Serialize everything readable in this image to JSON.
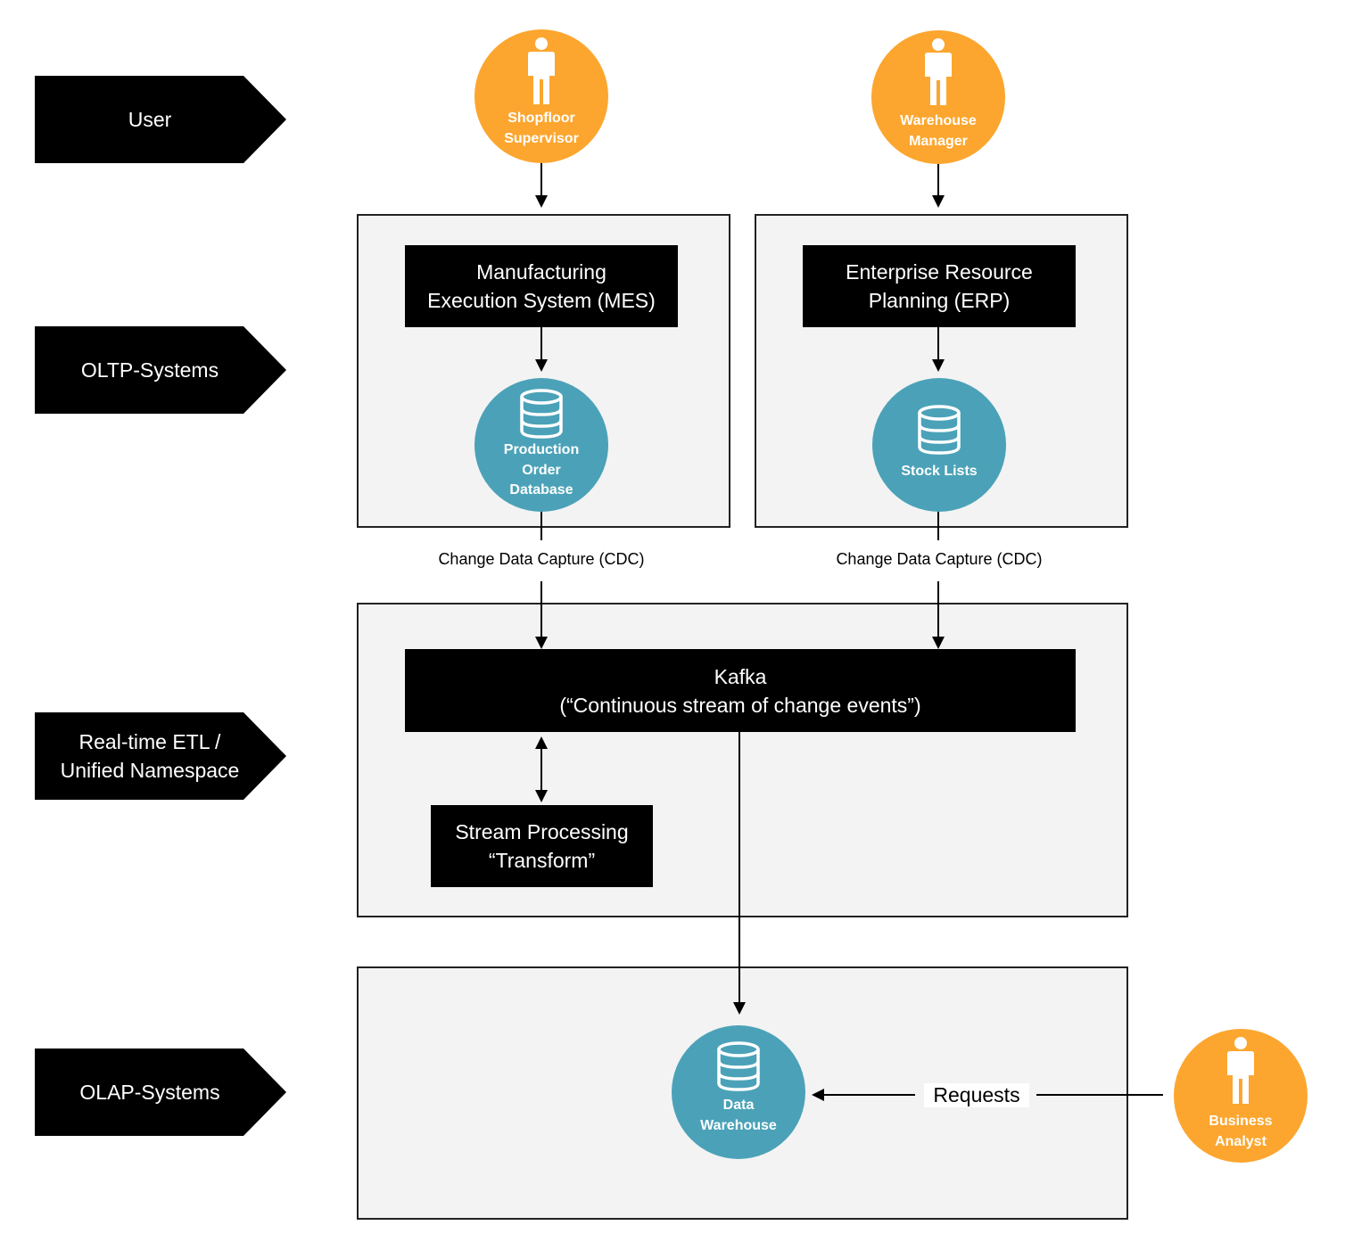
{
  "lanes": {
    "user": "User",
    "oltp": "OLTP-Systems",
    "etl": "Real-time ETL /\nUnified Namespace",
    "olap": "OLAP-Systems"
  },
  "users": {
    "shopfloor": "Shopfloor\nSupervisor",
    "warehouse": "Warehouse\nManager",
    "analyst": "Business\nAnalyst"
  },
  "systems": {
    "mes": "Manufacturing\nExecution System (MES)",
    "erp": "Enterprise Resource\nPlanning (ERP)",
    "kafka": "Kafka\n(“Continuous stream of change events”)",
    "stream": "Stream Processing\n“Transform”"
  },
  "databases": {
    "production": "Production\nOrder\nDatabase",
    "stock": "Stock Lists",
    "warehouse": "Data\nWarehouse"
  },
  "edges": {
    "cdc_left": "Change Data Capture (CDC)",
    "cdc_right": "Change Data Capture (CDC)",
    "requests": "Requests"
  },
  "icons": {
    "person": "person-icon",
    "database": "database-icon"
  },
  "colors": {
    "user_node": "#fca62f",
    "database_node": "#4ba2b8",
    "system_box": "#000000",
    "container_fill": "#f3f3f3"
  }
}
